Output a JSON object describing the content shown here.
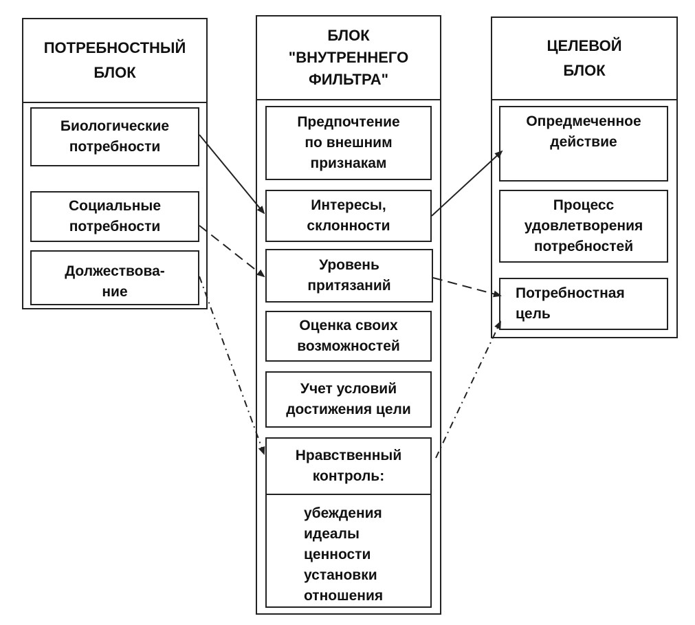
{
  "left_block": {
    "title_line1": "ПОТРЕБНОСТНЫЙ",
    "title_line2": "БЛОК",
    "items": [
      {
        "line1": "Биологические",
        "line2": "потребности"
      },
      {
        "line1": "Социальные",
        "line2": "потребности"
      },
      {
        "line1": "Должествова-",
        "line2": "ние"
      }
    ]
  },
  "middle_block": {
    "title_line1": "БЛОК",
    "title_line2": "\"ВНУТРЕННЕГО",
    "title_line3": "ФИЛЬТРА\"",
    "items": [
      {
        "line1": "Предпочтение",
        "line2": "по внешним",
        "line3": "признакам"
      },
      {
        "line1": "Интересы,",
        "line2": "склонности"
      },
      {
        "line1": "Уровень",
        "line2": "притязаний"
      },
      {
        "line1": "Оценка своих",
        "line2": "возможностей"
      },
      {
        "line1": "Учет условий",
        "line2": "достижения цели"
      },
      {
        "line1": "Нравственный",
        "line2": "контроль:"
      }
    ],
    "moral_list": [
      "убеждения",
      "идеалы",
      "ценности",
      "установки",
      "отношения"
    ]
  },
  "right_block": {
    "title_line1": "ЦЕЛЕВОЙ",
    "title_line2": "БЛОК",
    "items": [
      {
        "line1": "Опредмеченное",
        "line2": "действие"
      },
      {
        "line1": "Процесс",
        "line2": "удовлетворения",
        "line3": "потребностей"
      },
      {
        "line1": "Потребностная",
        "line2": "цель"
      }
    ]
  }
}
